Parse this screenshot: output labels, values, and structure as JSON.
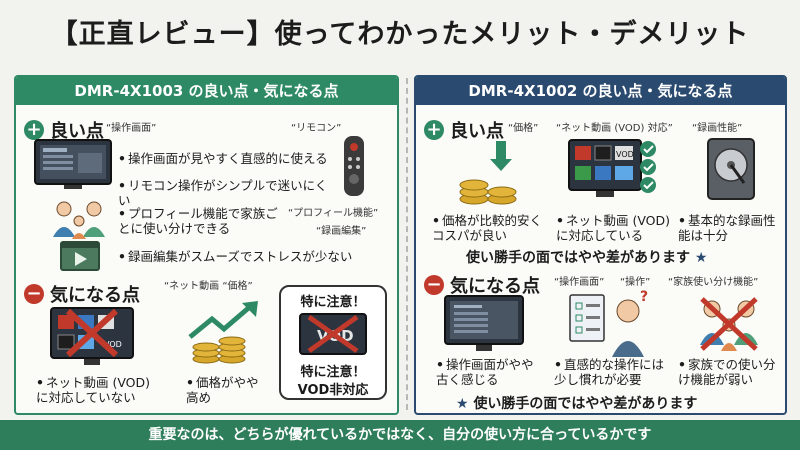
{
  "title": "【正直レビュー】使ってわかったメリット・デメリット",
  "left": {
    "header": "DMR-4X1003 の良い点・気になる点",
    "good": {
      "title": "良い点",
      "notes": [
        "“操作画面”",
        "“リモコン”",
        "“プロフィール機能”",
        "“録画編集”"
      ],
      "bullets": [
        "操作画面が見やすく直感的に使える",
        "リモコン操作がシンプルで迷いにくい",
        "プロフィール機能で家族ごとに使い分けできる",
        "録画編集がスムーズでストレスが少ない"
      ]
    },
    "bad": {
      "title": "気になる点",
      "notes": [
        "“ネット動画 “価格”"
      ],
      "bullets": [
        "ネット動画 (VOD) に対応していない",
        "価格がやや高め"
      ],
      "warn_top": "特に注意！",
      "warn_bottom1": "特に注意！",
      "warn_bottom2": "VOD非対応",
      "vod": "VOD"
    }
  },
  "right": {
    "header": "DMR-4X1002 の良い点・気になる点",
    "good": {
      "title": "良い点",
      "notes": [
        "“価格”",
        "“ネット動画 (VOD) 対応”",
        "“録画性能”"
      ],
      "bullets": [
        "価格が比較的安くコスパが良い",
        "ネット動画 (VOD) に対応している",
        "基本的な録画性能は十分"
      ],
      "summary": "使い勝手の面ではやや差があります",
      "vod": "VOD"
    },
    "bad": {
      "title": "気になる点",
      "notes": [
        "“操作画面”",
        "“操作”",
        "“家族使い分け機能”"
      ],
      "bullets": [
        "操作画面がやや古く感じる",
        "直感的な操作には少し慣れが必要",
        "家族での使い分け機能が弱い"
      ],
      "summary": "使い勝手の面ではやや差があります"
    }
  },
  "footer": "重要なのは、どちらが優れているかではなく、自分の使い方に合っているかです",
  "colors": {
    "green": "#2e8a64",
    "navy": "#2b4a6f",
    "red": "#c0392b"
  }
}
